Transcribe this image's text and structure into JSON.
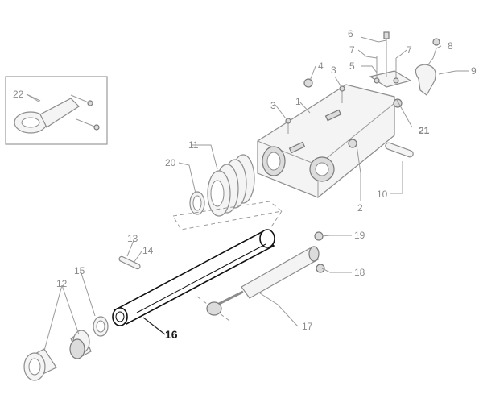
{
  "callouts": {
    "c1": "1",
    "c2": "2",
    "c3a": "3",
    "c3b": "3",
    "c4": "4",
    "c5": "5",
    "c6": "6",
    "c7a": "7",
    "c7b": "7",
    "c8": "8",
    "c9": "9",
    "c10": "10",
    "c11": "11",
    "c12": "12",
    "c13": "13",
    "c14": "14",
    "c15": "15",
    "c16": "16",
    "c17": "17",
    "c18": "18",
    "c19": "19",
    "c20": "20",
    "c21": "21",
    "c22": "22"
  },
  "highlight": {
    "part": "16",
    "color": "#111111"
  },
  "colors": {
    "line": "#8c8c8c",
    "label": "#8a8a8a"
  }
}
